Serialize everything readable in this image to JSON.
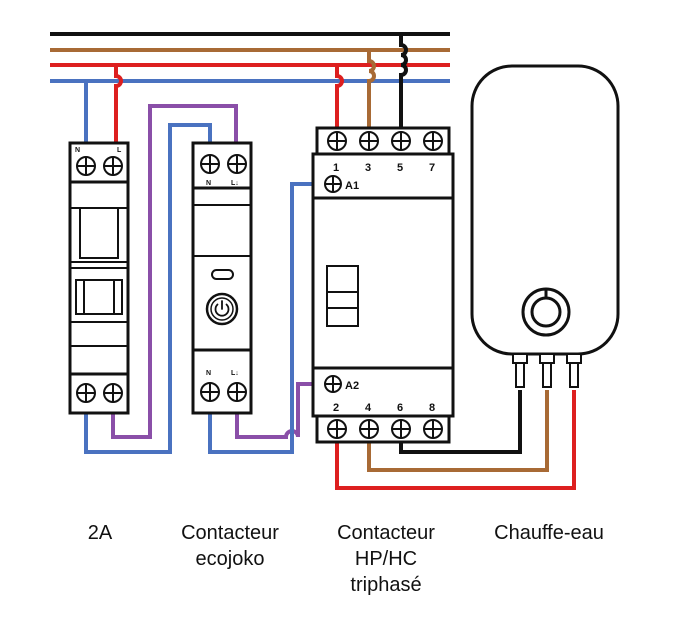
{
  "captions": {
    "breaker": [
      "2A"
    ],
    "ecojoko": [
      "Contacteur",
      "ecojoko"
    ],
    "contactor": [
      "Contacteur",
      "HP/HC",
      "triphasé"
    ],
    "heater": [
      "Chauffe-eau"
    ]
  },
  "breaker_terminals": {
    "top_left": "N",
    "top_right": "L"
  },
  "ecojoko_terminals": {
    "top_left": "N",
    "top_right": "L↓",
    "bottom_left": "N",
    "bottom_right": "L↓"
  },
  "contactor_terminals": {
    "top_numbers": [
      "1",
      "3",
      "5",
      "7"
    ],
    "bottom_numbers": [
      "2",
      "4",
      "6",
      "8"
    ],
    "coil_top": "A1",
    "coil_bottom": "A2"
  },
  "wire_colors": {
    "black": "#111111",
    "brown": "#a86a35",
    "red": "#dd1f1f",
    "blue": "#4a72c0",
    "purple": "#8a4fa8"
  }
}
